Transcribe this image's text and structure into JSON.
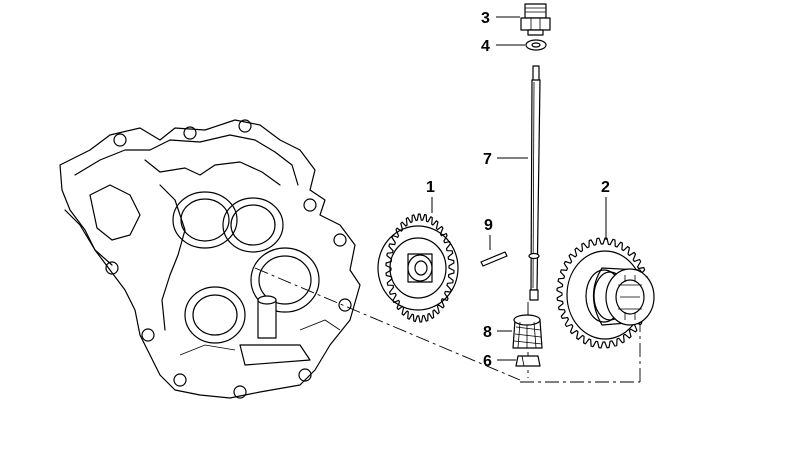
{
  "callouts": [
    {
      "id": "c1",
      "text": "1"
    },
    {
      "id": "c2",
      "text": "2"
    },
    {
      "id": "c3",
      "text": "3"
    },
    {
      "id": "c4",
      "text": "4"
    },
    {
      "id": "c6",
      "text": "6"
    },
    {
      "id": "c7",
      "text": "7"
    },
    {
      "id": "c8",
      "text": "8"
    },
    {
      "id": "c9",
      "text": "9"
    }
  ]
}
